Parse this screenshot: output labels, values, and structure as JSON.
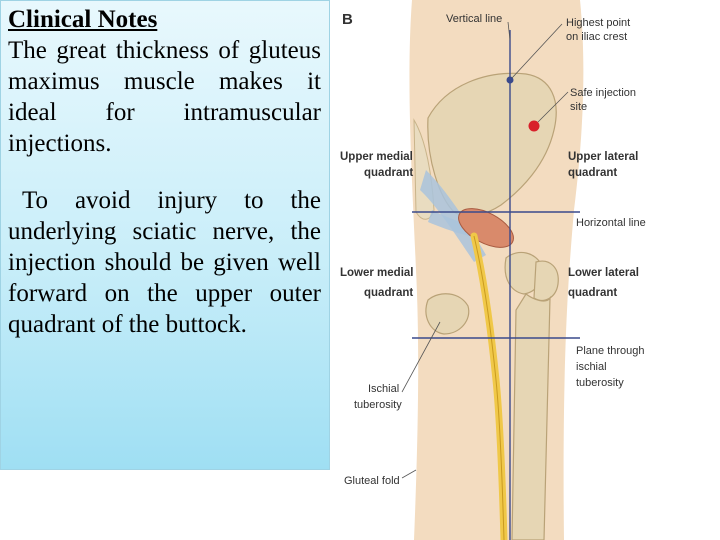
{
  "notes": {
    "title": "Clinical Notes",
    "paragraph1": "The great thickness of gluteus maximus muscle makes it ideal for intramuscular injections.",
    "paragraph2": "To avoid injury to the underlying sciatic nerve, the injection should be given well forward on the upper outer quadrant of the buttock."
  },
  "figure": {
    "letter": "B",
    "labels": {
      "vertical_line": "Vertical line",
      "highest_point_1": "Highest point",
      "highest_point_2": "on iliac crest",
      "safe_injection_1": "Safe injection",
      "safe_injection_2": "site",
      "upper_medial_1": "Upper medial",
      "upper_medial_2": "quadrant",
      "upper_lateral_1": "Upper lateral",
      "upper_lateral_2": "quadrant",
      "horizontal_line": "Horizontal line",
      "lower_medial_1": "Lower medial",
      "lower_medial_2": "quadrant",
      "lower_lateral_1": "Lower lateral",
      "lower_lateral_2": "quadrant",
      "plane_through_1": "Plane through",
      "plane_through_2": "ischial",
      "plane_through_3": "tuberosity",
      "ischial_1": "Ischial",
      "ischial_2": "tuberosity",
      "gluteal_fold": "Gluteal fold"
    },
    "colors": {
      "skin": "#f3dcc0",
      "bone": "#e6d6b4",
      "ligament": "#a9c3dc",
      "muscle": "#d98a6b",
      "nerve": "#f0c848",
      "guide_line": "#3a4a8c",
      "injection_site": "#d8202a"
    }
  }
}
